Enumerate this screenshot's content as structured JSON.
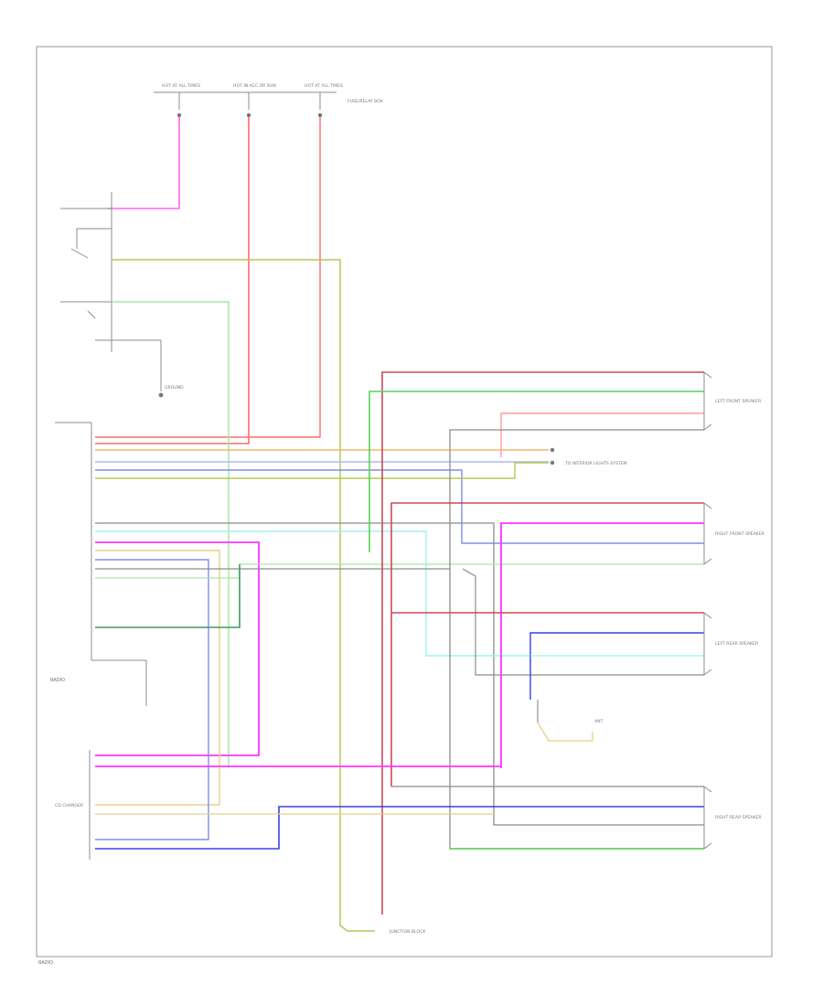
{
  "colors": {
    "pink": "#ff66ee",
    "magenta": "#ff33ff",
    "red": "#ff6b6b",
    "darkred": "#c84a5a",
    "lightred": "#ff9a9a",
    "green": "#55d455",
    "yellowgreen": "#b5c75a",
    "lightgreen": "#a8e6a8",
    "dkgreen": "#3d9d5a",
    "blue": "#7f8fe8",
    "royal": "#3344dd",
    "cyan": "#9ff2f2",
    "tan": "#e6d18a",
    "orange": "#f0b86a",
    "gray": "#8c8c8c",
    "lavender": "#b0b8f0"
  },
  "labels": {
    "fuse1": "HOT AT ALL TIMES",
    "fuse2": "HOT IN ACC OR RUN",
    "fuse3": "HOT AT ALL TIMES",
    "fuse_box": "FUSE/RELAY BOX",
    "radio": "RADIO",
    "left_front": "LEFT FRONT SPEAKER",
    "right_front": "RIGHT FRONT SPEAKER",
    "left_rear": "LEFT REAR SPEAKER",
    "right_rear": "RIGHT REAR SPEAKER",
    "interior": "TO INTERIOR LIGHTS SYSTEM",
    "ground": "GROUND",
    "cd": "CD CHANGER",
    "junction": "JUNCTION BLOCK",
    "ant": "ANT",
    "footer": "RADIO"
  }
}
